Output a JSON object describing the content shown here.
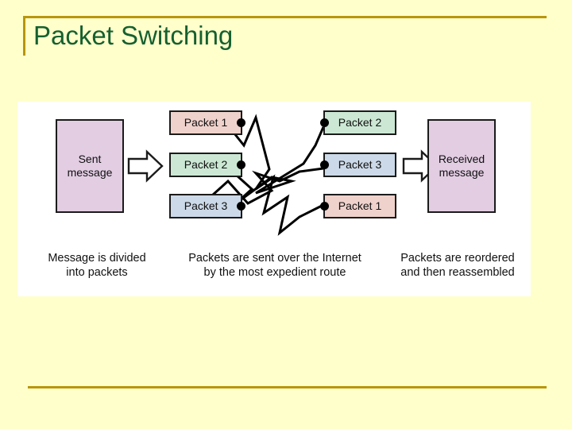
{
  "slide": {
    "title": "Packet Switching",
    "background_color": "#ffffcc",
    "title_color": "#15602f",
    "accent_color": "#b8960c"
  },
  "diagram": {
    "panel_background": "#ffffff",
    "source": {
      "label": "Sent\nmessage",
      "color": "#e2cde2"
    },
    "destination": {
      "label": "Received\nmessage",
      "color": "#e2cde2"
    },
    "sent_packets": [
      {
        "label": "Packet 1",
        "color": "#f0d2cc"
      },
      {
        "label": "Packet 2",
        "color": "#cce8d4"
      },
      {
        "label": "Packet 3",
        "color": "#ccd9e8"
      }
    ],
    "received_packets": [
      {
        "label": "Packet 2",
        "color": "#cce8d4"
      },
      {
        "label": "Packet 3",
        "color": "#ccd9e8"
      },
      {
        "label": "Packet 1",
        "color": "#f0d2cc"
      }
    ],
    "arrow_in_name": "split-arrow",
    "arrow_out_name": "reassemble-arrow",
    "captions": [
      "Message is divided\ninto packets",
      "Packets are sent over the Internet\nby the most expedient route",
      "Packets are reordered\nand then reassembled"
    ]
  }
}
